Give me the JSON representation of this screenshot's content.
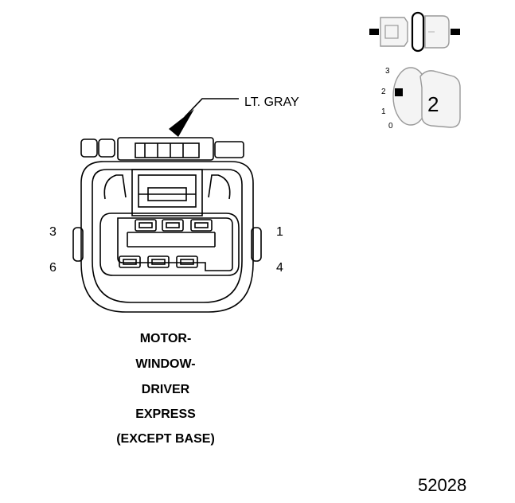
{
  "connector": {
    "color_callout": "LT. GRAY",
    "pins": {
      "top_left": "3",
      "bottom_left": "6",
      "top_right": "1",
      "bottom_right": "4"
    }
  },
  "component_name": [
    "MOTOR-",
    "WINDOW-",
    "DRIVER",
    "EXPRESS",
    "(EXCEPT BASE)"
  ],
  "view_indicator": {
    "scale": [
      "3",
      "2",
      "1",
      "0"
    ],
    "view_number": "2"
  },
  "figure_number": "52028",
  "colors": {
    "line": "#000000",
    "indicator_fill": "#f4f4f4",
    "indicator_stroke": "#888888"
  }
}
